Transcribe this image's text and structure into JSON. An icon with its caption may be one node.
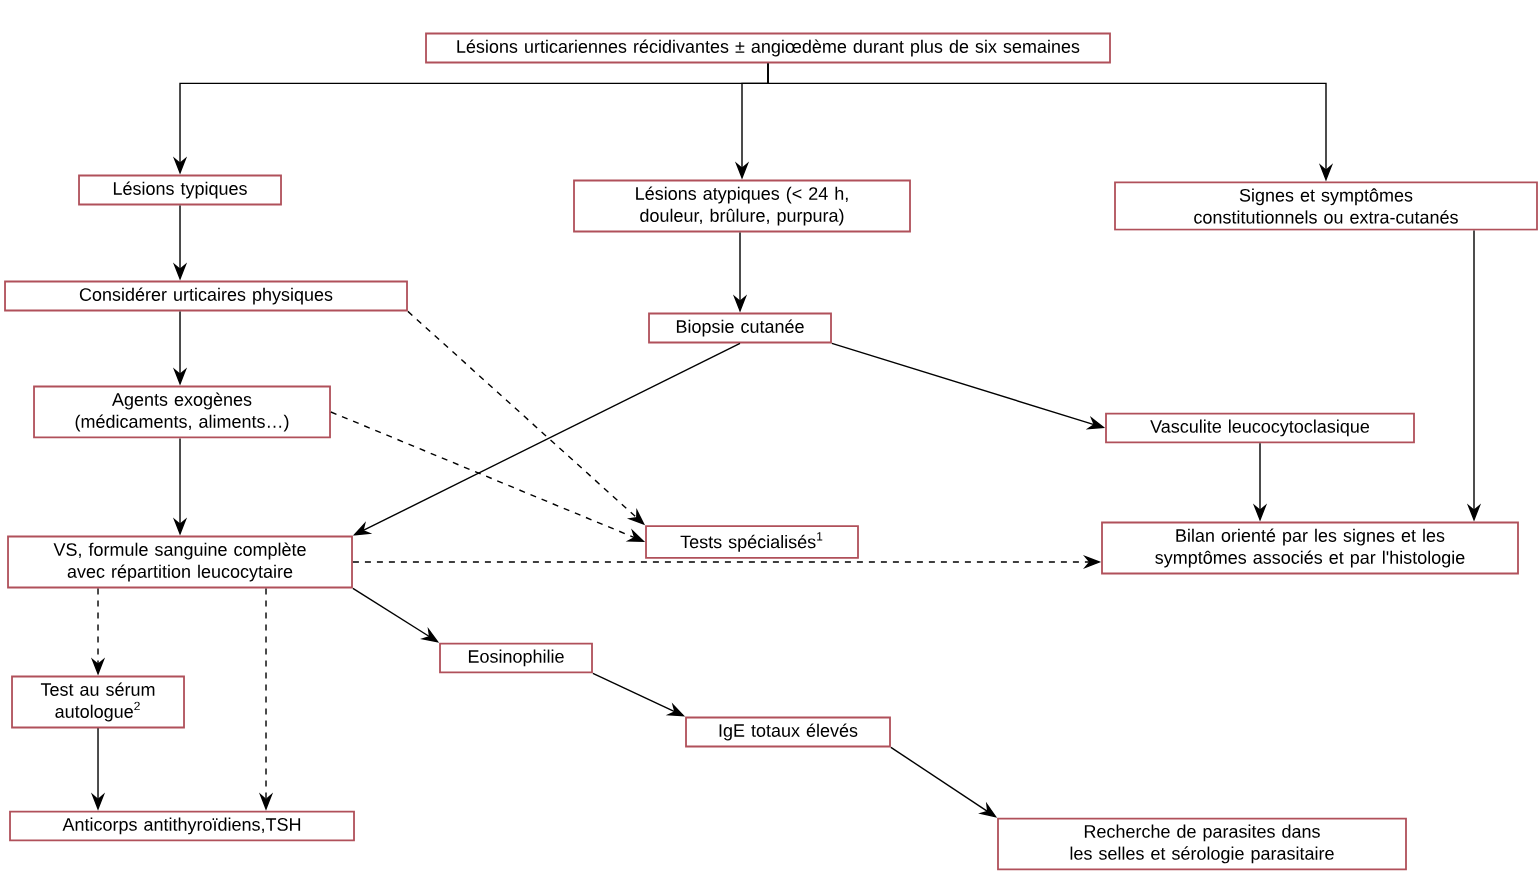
{
  "diagram": {
    "nodes": [
      {
        "text": [
          "Lésions urticariennes récidivantes ± angiœdème durant plus de six semaines"
        ]
      },
      {
        "text": [
          "Lésions typiques"
        ]
      },
      {
        "text": [
          "Lésions atypiques (< 24 h, douleur, brûlure, purpura)"
        ]
      },
      {
        "text": [
          "Signes et symptômes constitutionnels ou extra-cutanés"
        ]
      },
      {
        "text": [
          "Considérer urticaires physiques"
        ]
      },
      {
        "text": [
          "Biopsie cutanée"
        ]
      },
      {
        "text": [
          "Agents exogènes (médicaments, aliments…)"
        ]
      },
      {
        "text": [
          "Vasculite leucocytoclasique"
        ]
      },
      {
        "text": [
          "VS, formule sanguine complète avec répartition leucocytaire"
        ]
      },
      {
        "text": [
          "Tests spécialisés$^{1}$"
        ]
      },
      {
        "text": [
          "Bilan orienté par les signes et les symptômes associés et par l'histologie"
        ]
      },
      {
        "text": [
          "Eosinophilie"
        ]
      },
      {
        "text": [
          "Test au sérum autologue$^{2}$"
        ]
      },
      {
        "text": [
          "IgE totaux élevés"
        ]
      },
      {
        "text": [
          "Anticorps antithyroïdiens,TSH"
        ]
      },
      {
        "text": [
          "Recherche de parasites dans les selles et sérologie parasitaire"
        ]
      }
    ],
    "edges": [
      {
        "from": 0,
        "to": 1,
        "arrow": "to"
      },
      {
        "from": 0,
        "to": 2,
        "arrow": "to"
      },
      {
        "from": 0,
        "to": 3,
        "arrow": "to"
      },
      {
        "from": 1,
        "to": 4,
        "arrow": "to"
      },
      {
        "from": 4,
        "to": 6,
        "arrow": "to"
      },
      {
        "from": 6,
        "to": 8,
        "arrow": "to"
      },
      {
        "from": 4,
        "to": 9,
        "arrow": "to",
        "style": "dashed"
      },
      {
        "from": 6,
        "to": 9,
        "arrow": "to",
        "style": "dashed"
      },
      {
        "from": 2,
        "to": 5,
        "arrow": "to"
      },
      {
        "from": 5,
        "to": 8,
        "arrow": "to"
      },
      {
        "from": 5,
        "to": 7,
        "arrow": "to"
      },
      {
        "from": 7,
        "to": 10,
        "arrow": "to"
      },
      {
        "from": 3,
        "to": 10,
        "arrow": "to"
      },
      {
        "from": 8,
        "to": 10,
        "arrow": "to",
        "style": "dashed"
      },
      {
        "from": 8,
        "to": 12,
        "arrow": "to",
        "style": "dashed"
      },
      {
        "from": 8,
        "to": 14,
        "arrow": "to",
        "style": "dashed"
      },
      {
        "from": 12,
        "to": 14,
        "arrow": "to"
      },
      {
        "from": 8,
        "to": 11,
        "arrow": "to"
      },
      {
        "from": 11,
        "to": 13,
        "arrow": "to"
      },
      {
        "from": 13,
        "to": 15,
        "arrow": "to"
      }
    ]
  }
}
